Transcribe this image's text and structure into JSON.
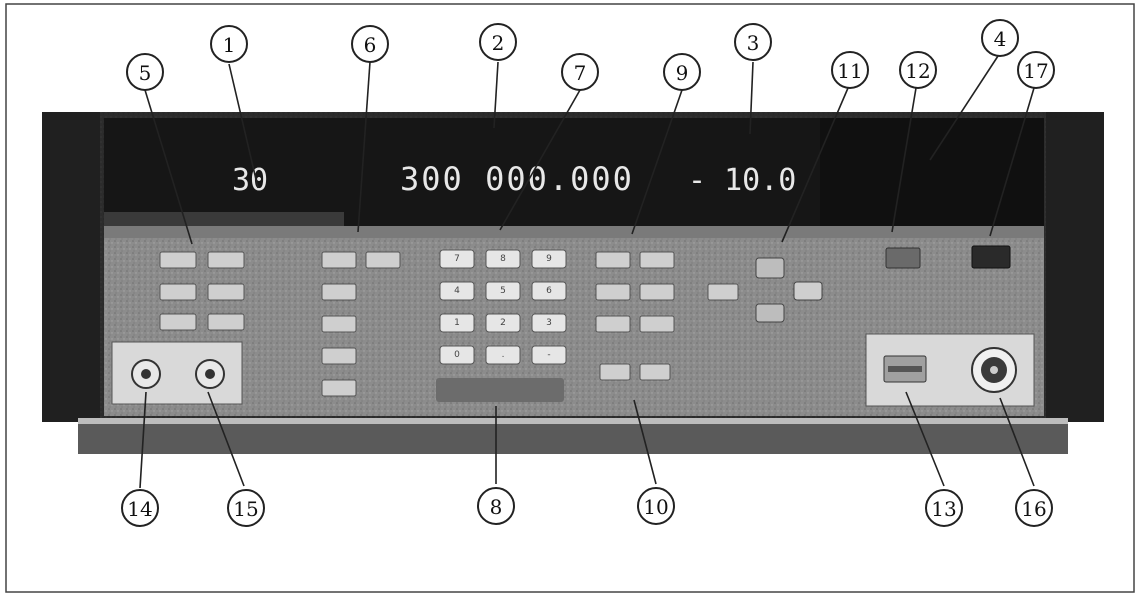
{
  "display": {
    "left_readout": "30",
    "frequency_readout": "300 000.000",
    "level_readout": "- 10.0"
  },
  "keypad": {
    "keys": [
      "7",
      "8",
      "9",
      "4",
      "5",
      "6",
      "1",
      "2",
      "3",
      "0",
      ".",
      "-"
    ]
  },
  "callouts": [
    {
      "id": "1",
      "label": "1"
    },
    {
      "id": "2",
      "label": "2"
    },
    {
      "id": "3",
      "label": "3"
    },
    {
      "id": "4",
      "label": "4"
    },
    {
      "id": "5",
      "label": "5"
    },
    {
      "id": "6",
      "label": "6"
    },
    {
      "id": "7",
      "label": "7"
    },
    {
      "id": "8",
      "label": "8"
    },
    {
      "id": "9",
      "label": "9"
    },
    {
      "id": "10",
      "label": "10"
    },
    {
      "id": "11",
      "label": "11"
    },
    {
      "id": "12",
      "label": "12"
    },
    {
      "id": "13",
      "label": "13"
    },
    {
      "id": "14",
      "label": "14"
    },
    {
      "id": "15",
      "label": "15"
    },
    {
      "id": "16",
      "label": "16"
    },
    {
      "id": "17",
      "label": "17"
    }
  ],
  "colors": {
    "chassis": "#3a3a3a",
    "display_window": "#1c1c1c",
    "panel": "#8e8e8e",
    "button": "#cfcfcf",
    "key": "#e6e6e6"
  }
}
